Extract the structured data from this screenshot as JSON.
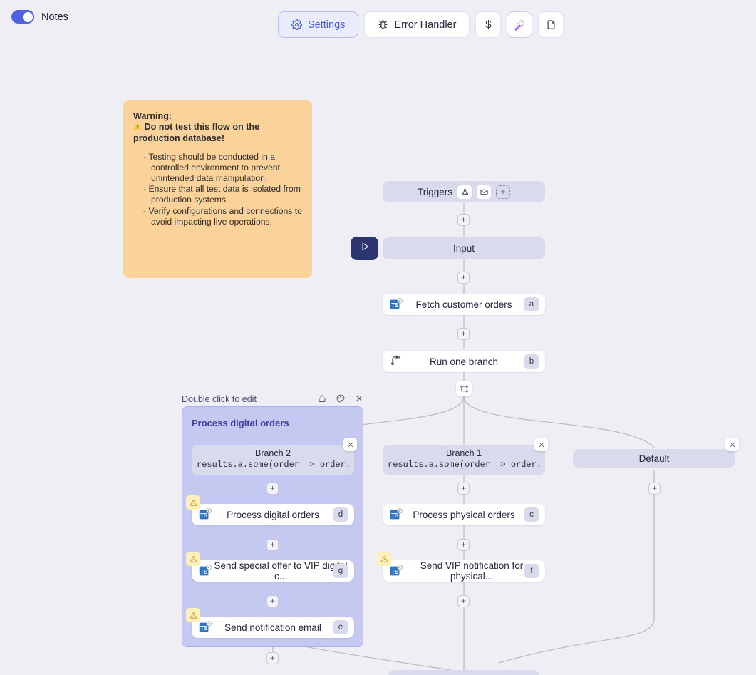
{
  "topbar": {
    "notes_toggle_label": "Notes",
    "notes_toggle_on": true,
    "buttons": [
      {
        "name": "settings",
        "label": "Settings",
        "icon": "gear-icon",
        "active": true
      },
      {
        "name": "error-handler",
        "label": "Error Handler",
        "icon": "bug-icon",
        "active": false
      },
      {
        "name": "cost",
        "label": "$",
        "icon": "dollar-icon",
        "active": false
      },
      {
        "name": "magic",
        "label": "",
        "icon": "magic-wand-icon",
        "active": false
      },
      {
        "name": "document",
        "label": "",
        "icon": "file-icon",
        "active": false
      }
    ]
  },
  "note": {
    "title": "Warning:",
    "headline": "Do not test this flow on the production database!",
    "warn_emoji": "⚠",
    "bullets": [
      "Testing should be conducted in a controlled environment to prevent unintended data manipulation.",
      "Ensure that all test data is isolated from production systems.",
      "Verify configurations and connections to avoid impacting live operations."
    ]
  },
  "flow": {
    "triggers": {
      "label": "Triggers",
      "chips": [
        "webhook-icon",
        "mail-icon",
        "add-trigger-icon"
      ]
    },
    "input": {
      "label": "Input",
      "run_icon": "play-icon"
    },
    "fetch": {
      "label": "Fetch customer orders",
      "badge": "a",
      "icon": "typescript-icon"
    },
    "run_branch": {
      "label": "Run one branch",
      "badge": "b",
      "icon": "branch-icon"
    },
    "splitter_icon": "split-branches-icon",
    "branches": [
      {
        "name": "branch-2",
        "title": "Branch 2",
        "condition": "results.a.some(order => order.type",
        "in_group": true
      },
      {
        "name": "branch-1",
        "title": "Branch 1",
        "condition": "results.a.some(order => order.type",
        "in_group": false
      },
      {
        "name": "default-branch",
        "title": "Default",
        "condition": "",
        "in_group": false
      }
    ],
    "group": {
      "hint": "Double click to edit",
      "title": "Process digital orders",
      "header_icons": [
        "lock-icon",
        "palette-icon",
        "close-icon"
      ]
    },
    "steps": [
      {
        "name": "process-digital-orders",
        "label": "Process digital orders",
        "badge": "d",
        "icon": "typescript-icon",
        "warning": true,
        "column": "left"
      },
      {
        "name": "send-special-offer",
        "label": "Send special offer to VIP digital c...",
        "badge": "g",
        "icon": "typescript-icon",
        "warning": true,
        "column": "left"
      },
      {
        "name": "send-notification-email",
        "label": "Send notification email",
        "badge": "e",
        "icon": "typescript-icon",
        "warning": true,
        "column": "left"
      },
      {
        "name": "process-physical-orders",
        "label": "Process physical orders",
        "badge": "c",
        "icon": "typescript-icon",
        "warning": false,
        "column": "middle"
      },
      {
        "name": "send-vip-notification",
        "label": "Send VIP notification for physical...",
        "badge": "f",
        "icon": "typescript-icon",
        "warning": true,
        "column": "middle"
      }
    ]
  },
  "colors": {
    "canvas_bg": "#eeeef4",
    "node_lavender": "#d9dbec",
    "group_bg": "#c5c9f2",
    "group_border": "#a8aeee",
    "accent_blue": "#4f63e0",
    "note_bg": "#fbd29a",
    "warning_badge_bg": "#fdf0bb",
    "play_button_bg": "#2c3570",
    "typescript_blue": "#2f74c0"
  }
}
